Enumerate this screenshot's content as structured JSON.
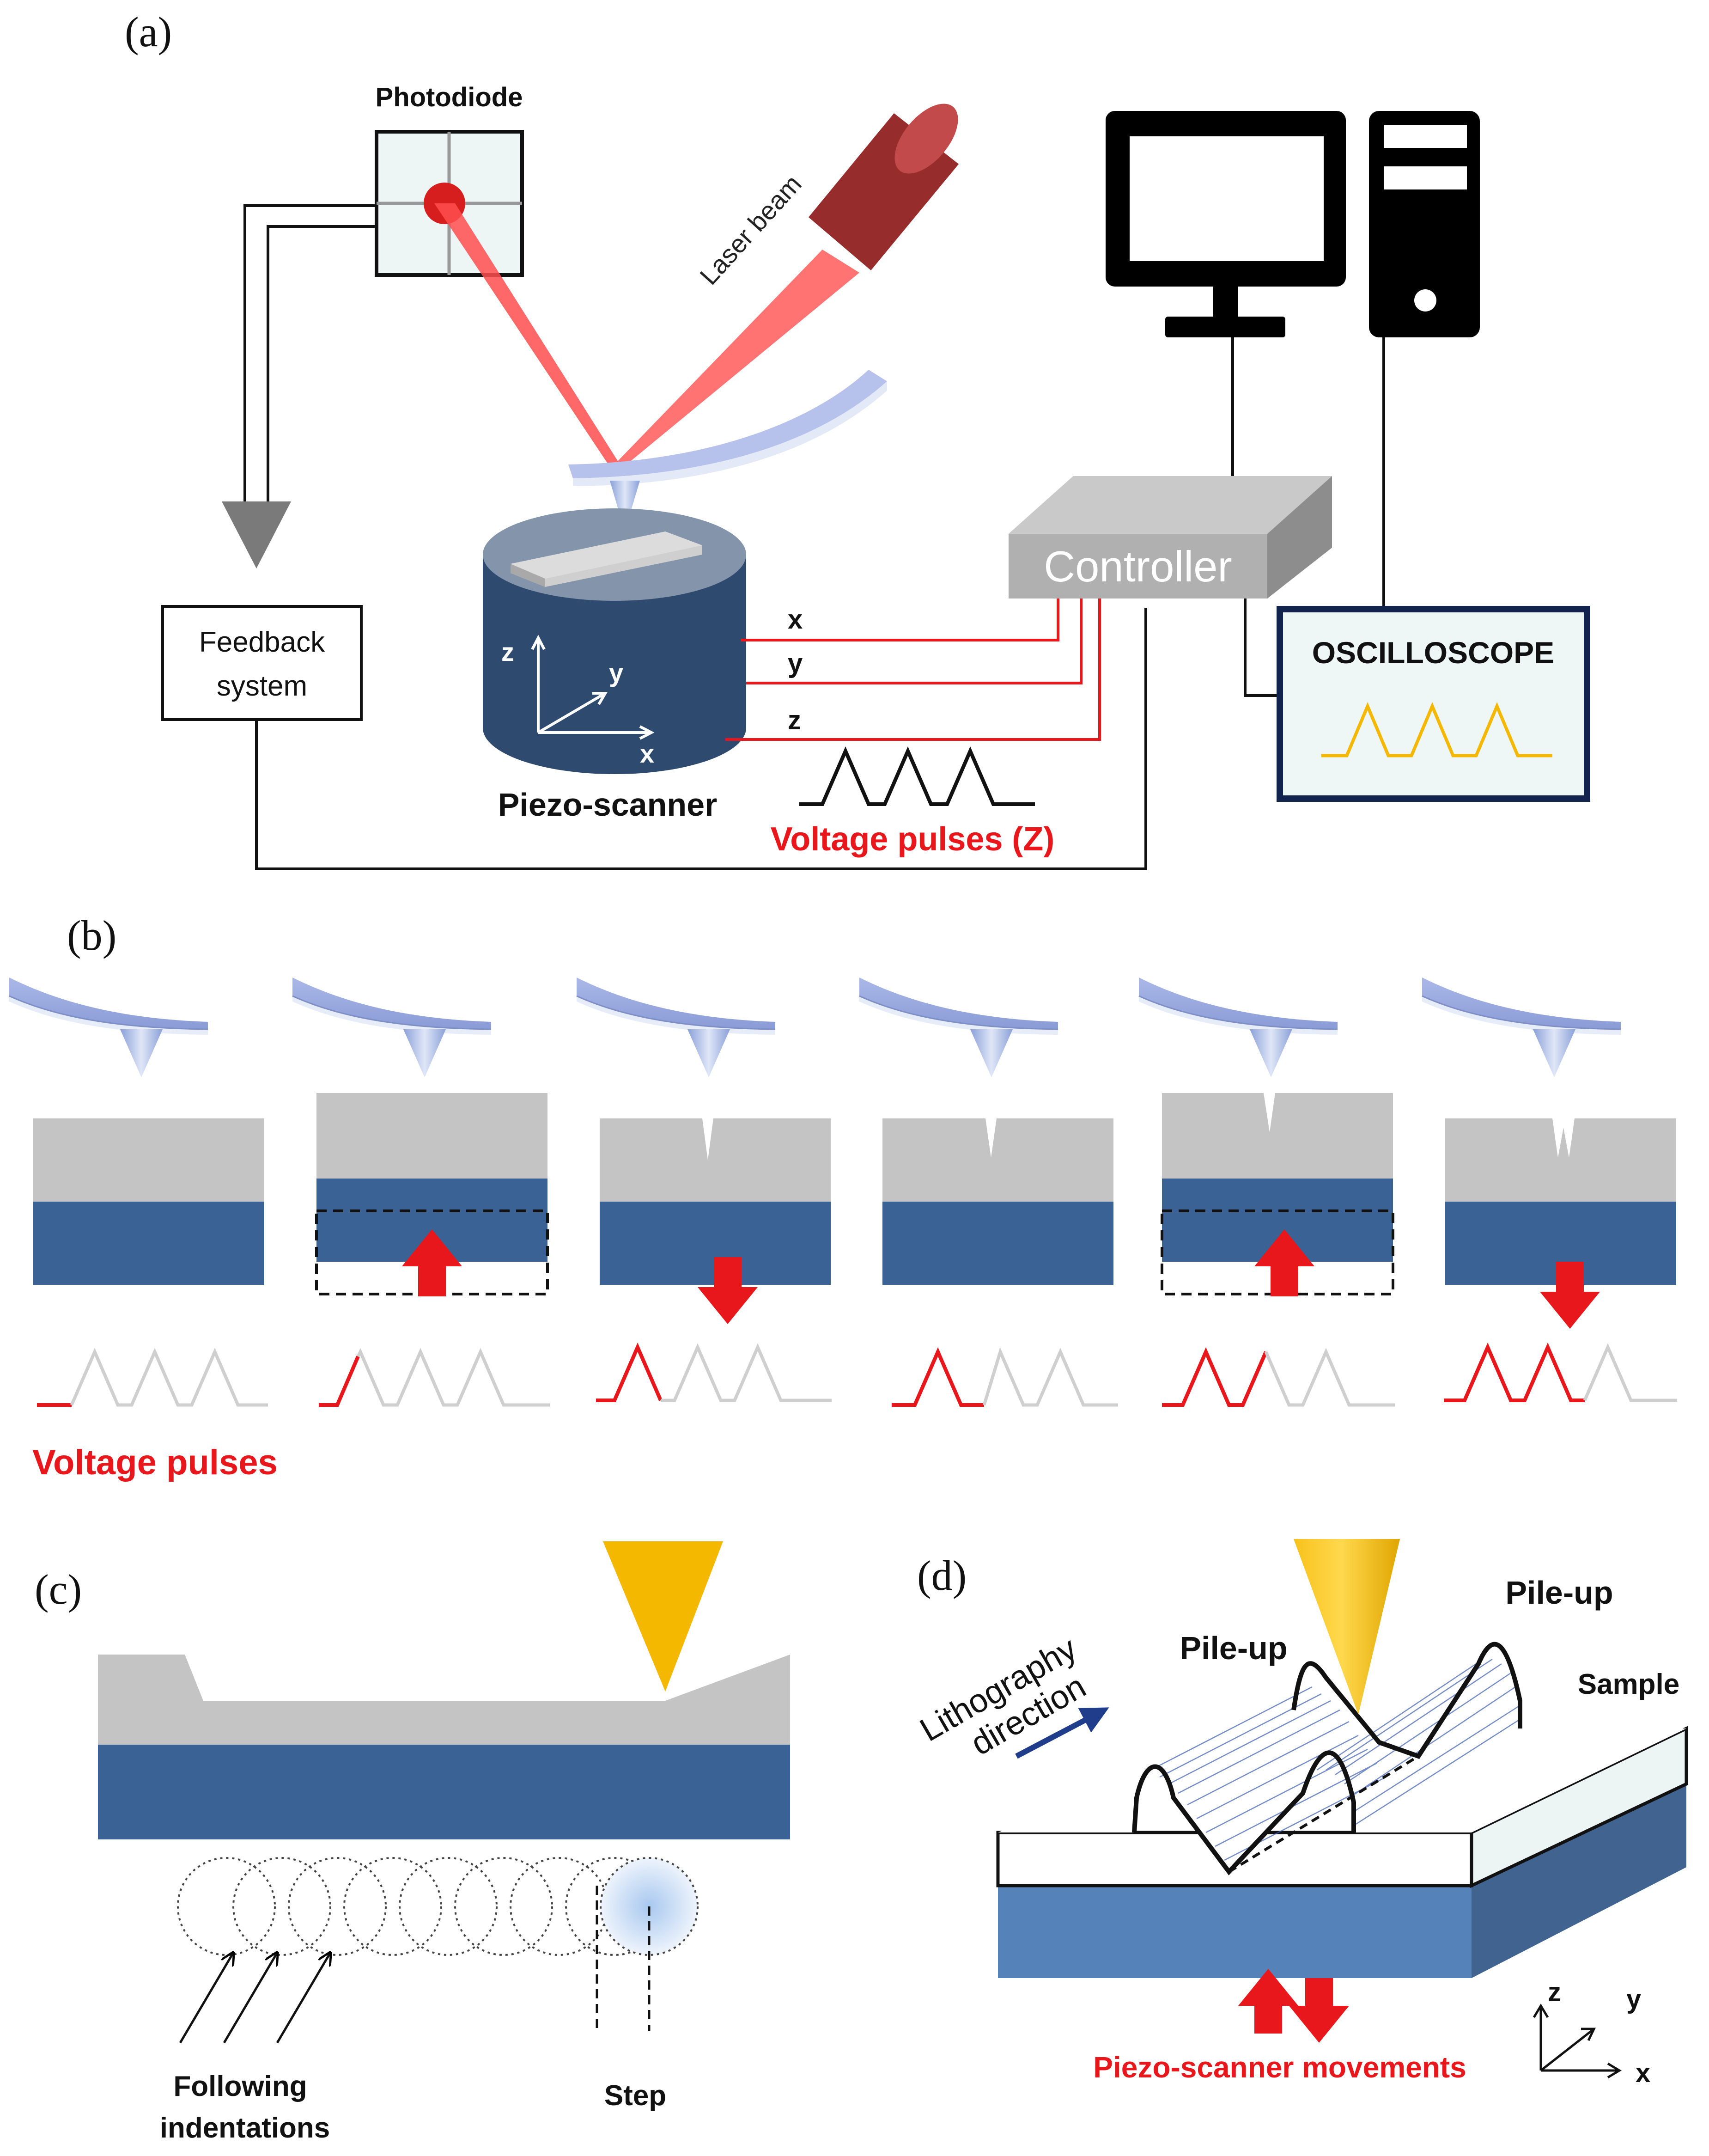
{
  "panels": {
    "a": "(a)",
    "b": "(b)",
    "c": "(c)",
    "d": "(d)"
  },
  "panel_a": {
    "photodiode": "Photodiode",
    "laser_beam": "Laser beam",
    "controller": "Controller",
    "oscilloscope": "OSCILLOSCOPE",
    "feedback_line1": "Feedback",
    "feedback_line2": "system",
    "piezo_scanner": "Piezo-scanner",
    "voltage_pulses_z": "Voltage pulses (Z)",
    "axis_x": "x",
    "axis_y": "y",
    "axis_z": "z",
    "wire_x": "x",
    "wire_y": "y",
    "wire_z": "z"
  },
  "panel_b": {
    "voltage_pulses": "Voltage pulses"
  },
  "panel_c": {
    "following_line1": "Following",
    "following_line2": "indentations",
    "step": "Step"
  },
  "panel_d": {
    "lithography_line1": "Lithography",
    "lithography_line2": "direction",
    "pileup_left": "Pile-up",
    "pileup_right": "Pile-up",
    "sample": "Sample",
    "piezo_movements": "Piezo-scanner movements",
    "axis_z": "z",
    "axis_y": "y",
    "axis_x": "x"
  },
  "colors": {
    "red": "#e8171b",
    "navy": "#2c4a70",
    "blue_layer": "#3a6295",
    "gray_layer": "#c4c4c4",
    "gold": "#f5b800",
    "controller_gray": "#b3b3b3",
    "laser_dark": "#8e2a2a"
  }
}
